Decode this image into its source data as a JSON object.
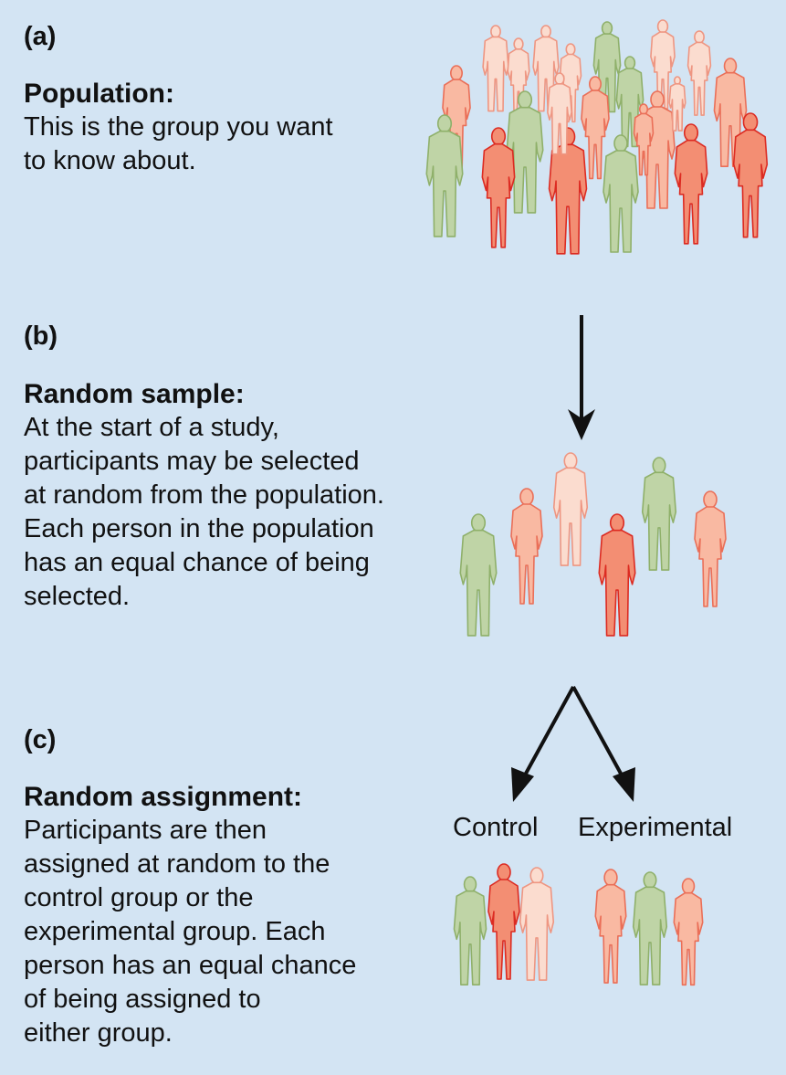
{
  "colors": {
    "background": "#d3e4f3",
    "green": {
      "fill": "#bfd4a6",
      "stroke": "#8fb06a"
    },
    "pale": {
      "fill": "#fbdccf",
      "stroke": "#ee9682"
    },
    "salmon": {
      "fill": "#f9b9a2",
      "stroke": "#ea6f58"
    },
    "red": {
      "fill": "#f38e73",
      "stroke": "#dc2b22"
    },
    "arrow": "#111111"
  },
  "panel_a": {
    "tag": "(a)",
    "heading": "Population:",
    "lines": [
      "This is the group you want",
      "to know about."
    ]
  },
  "panel_b": {
    "tag": "(b)",
    "heading": "Random sample:",
    "lines": [
      "At the start of a study,",
      "participants may be selected",
      "at random from the population.",
      "Each person in the population",
      "has an equal chance of being",
      "selected."
    ]
  },
  "panel_c": {
    "tag": "(c)",
    "heading": "Random assignment:",
    "lines": [
      "Participants are then",
      "assigned at random to the",
      "control group or the",
      "experimental group. Each",
      "person has an equal chance",
      "of being assigned to",
      "either group."
    ]
  },
  "groups": {
    "control_label": "Control",
    "experimental_label": "Experimental"
  },
  "figures": {
    "population_count": 22,
    "sample_count": 6,
    "control_count": 3,
    "experimental_count": 3
  }
}
